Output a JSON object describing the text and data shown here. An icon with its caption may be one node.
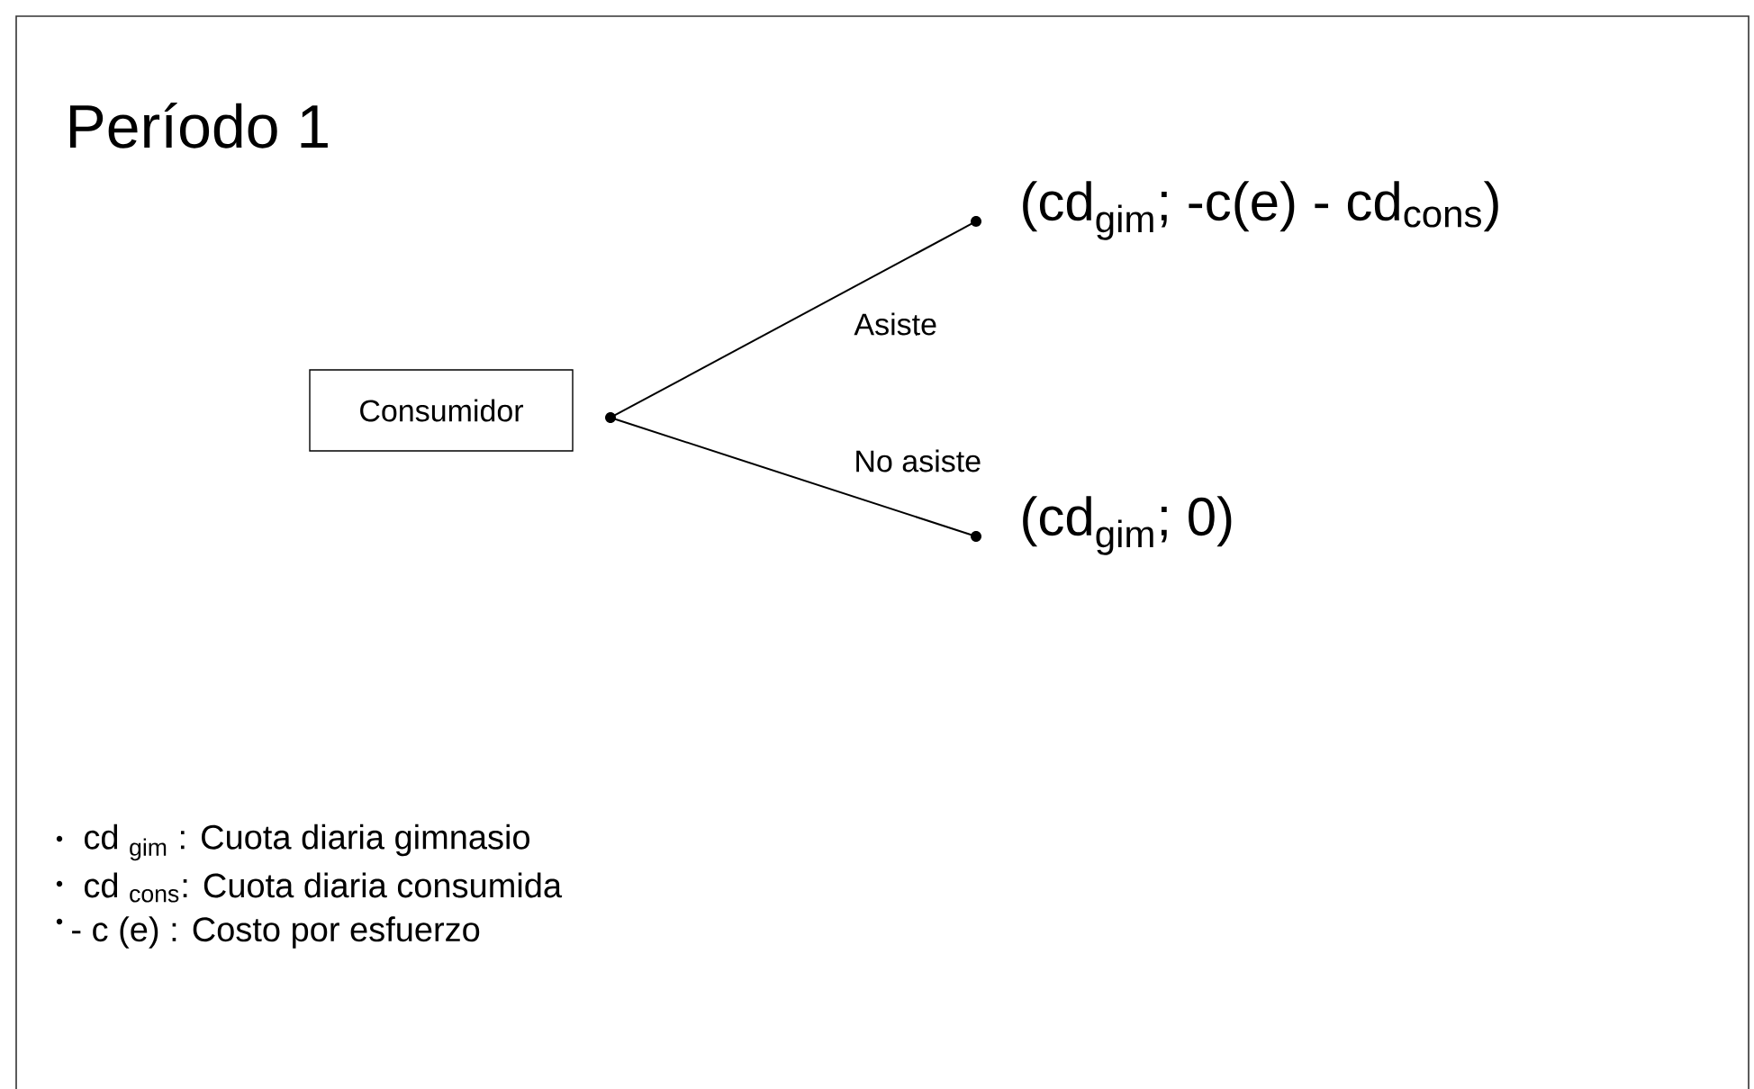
{
  "diagram": {
    "title": "Período 1",
    "nodes": [
      {
        "text": [
          "Consumidor"
        ]
      },
      {
        "text": [],
        "shape": "circle"
      },
      {
        "text": [],
        "shape": "circle",
        "beside": [
          "(cd$_{gim}$; -c(e) - cd$_{cons}$)"
        ]
      },
      {
        "text": [],
        "shape": "circle",
        "beside": [
          "(cd$_{gim}$; 0)"
        ]
      }
    ],
    "edges": [
      {
        "from": 1,
        "to": 2,
        "arrow": "none",
        "label": "Asiste"
      },
      {
        "from": 1,
        "to": 3,
        "arrow": "none",
        "label": "No asiste"
      }
    ],
    "labels": [
      "cd $_{gim}$ : Cuota diaria gimnasio",
      "cd $_{cons}$: Cuota diaria consumida",
      "- c (e) : Costo por esfuerzo"
    ]
  }
}
